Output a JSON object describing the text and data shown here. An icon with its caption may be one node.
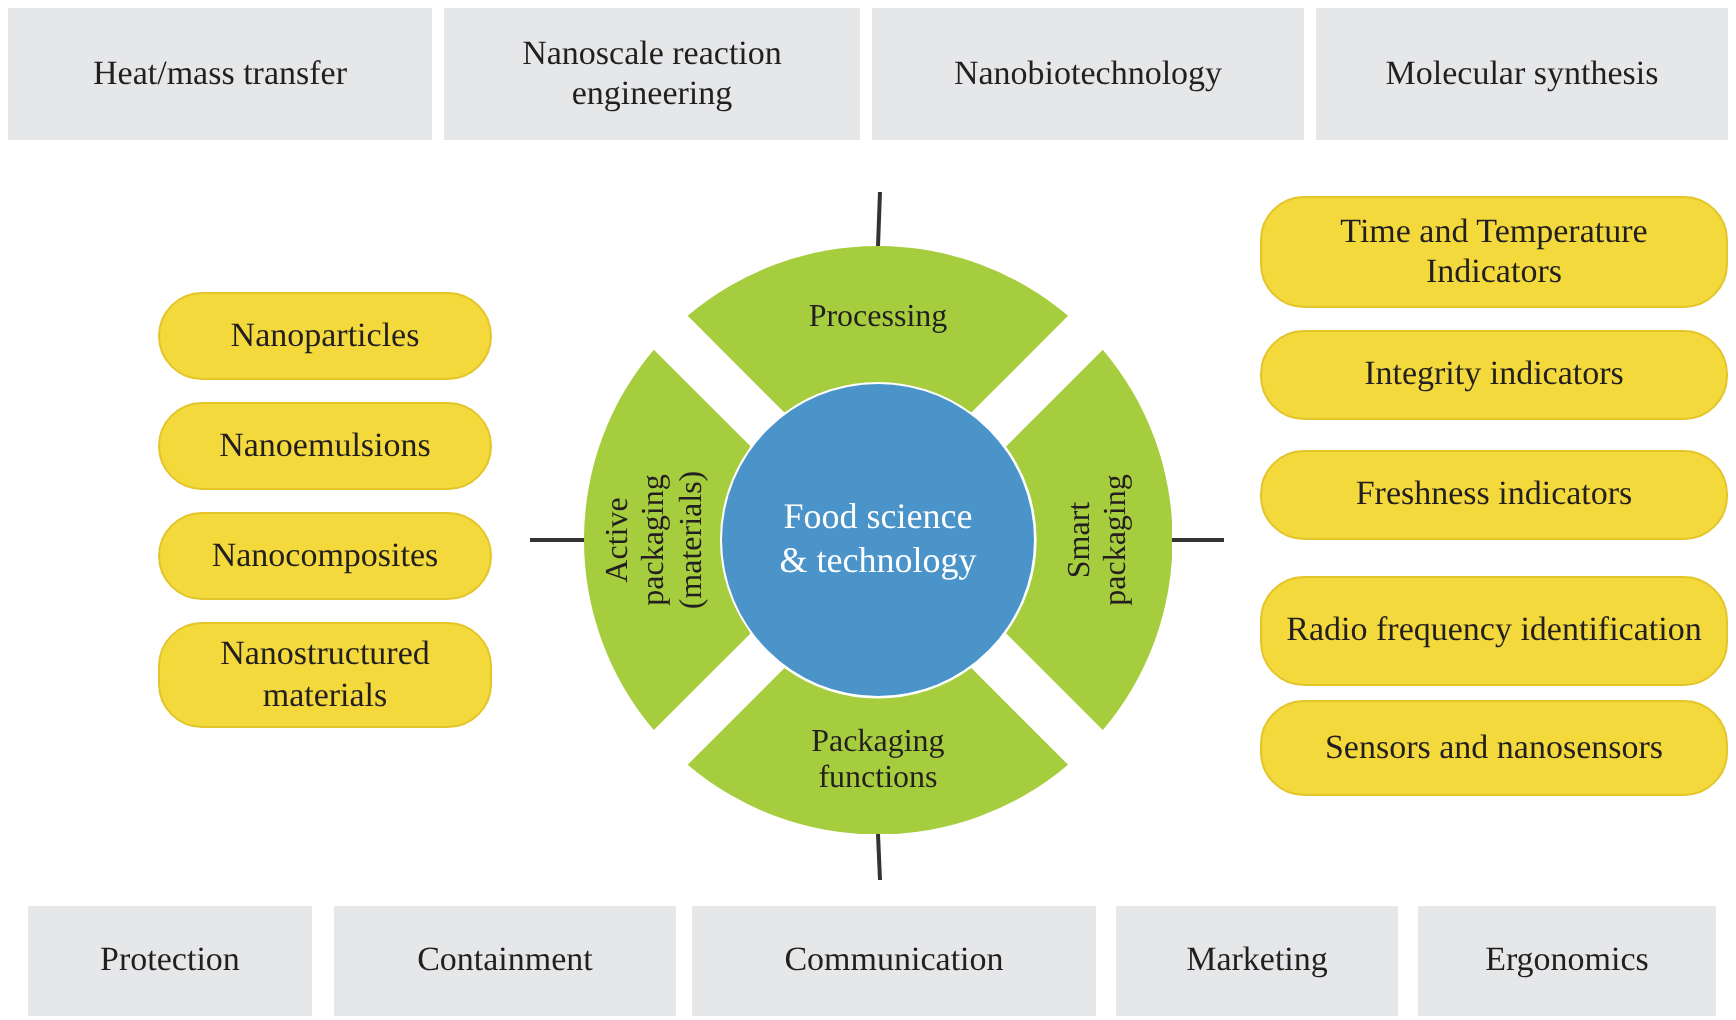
{
  "diagram": {
    "nodes": [
      {
        "text": [
          "Heat/mass transfer"
        ]
      },
      {
        "text": [
          "Nanoscale reaction engineering"
        ]
      },
      {
        "text": [
          "Nanobiotechnology"
        ]
      },
      {
        "text": [
          "Molecular synthesis"
        ]
      },
      {
        "text": [
          "Food science & technology"
        ]
      },
      {
        "text": [
          "Processing"
        ]
      },
      {
        "text": [
          "Active packaging (materials)"
        ]
      },
      {
        "text": [
          "Smart packaging"
        ]
      },
      {
        "text": [
          "Packaging functions"
        ]
      },
      {
        "text": [
          "Nanoparticles"
        ]
      },
      {
        "text": [
          "Nanoemulsions"
        ]
      },
      {
        "text": [
          "Nanocomposites"
        ]
      },
      {
        "text": [
          "Nanostructured materials"
        ]
      },
      {
        "text": [
          "Time and Temperature Indicators"
        ]
      },
      {
        "text": [
          "Integrity indicators"
        ]
      },
      {
        "text": [
          "Freshness indicators"
        ]
      },
      {
        "text": [
          "Radio frequency identification"
        ]
      },
      {
        "text": [
          "Sensors and nanosensors"
        ]
      },
      {
        "text": [
          "Protection"
        ]
      },
      {
        "text": [
          "Containment"
        ]
      },
      {
        "text": [
          "Communication"
        ]
      },
      {
        "text": [
          "Marketing"
        ]
      },
      {
        "text": [
          "Ergonomics"
        ]
      }
    ],
    "edges": [
      {
        "from": 5,
        "to": null,
        "arrow": "none"
      },
      {
        "from": 6,
        "to": null,
        "arrow": "none"
      },
      {
        "from": 7,
        "to": null,
        "arrow": "none"
      },
      {
        "from": 8,
        "to": null,
        "arrow": "none"
      }
    ]
  }
}
